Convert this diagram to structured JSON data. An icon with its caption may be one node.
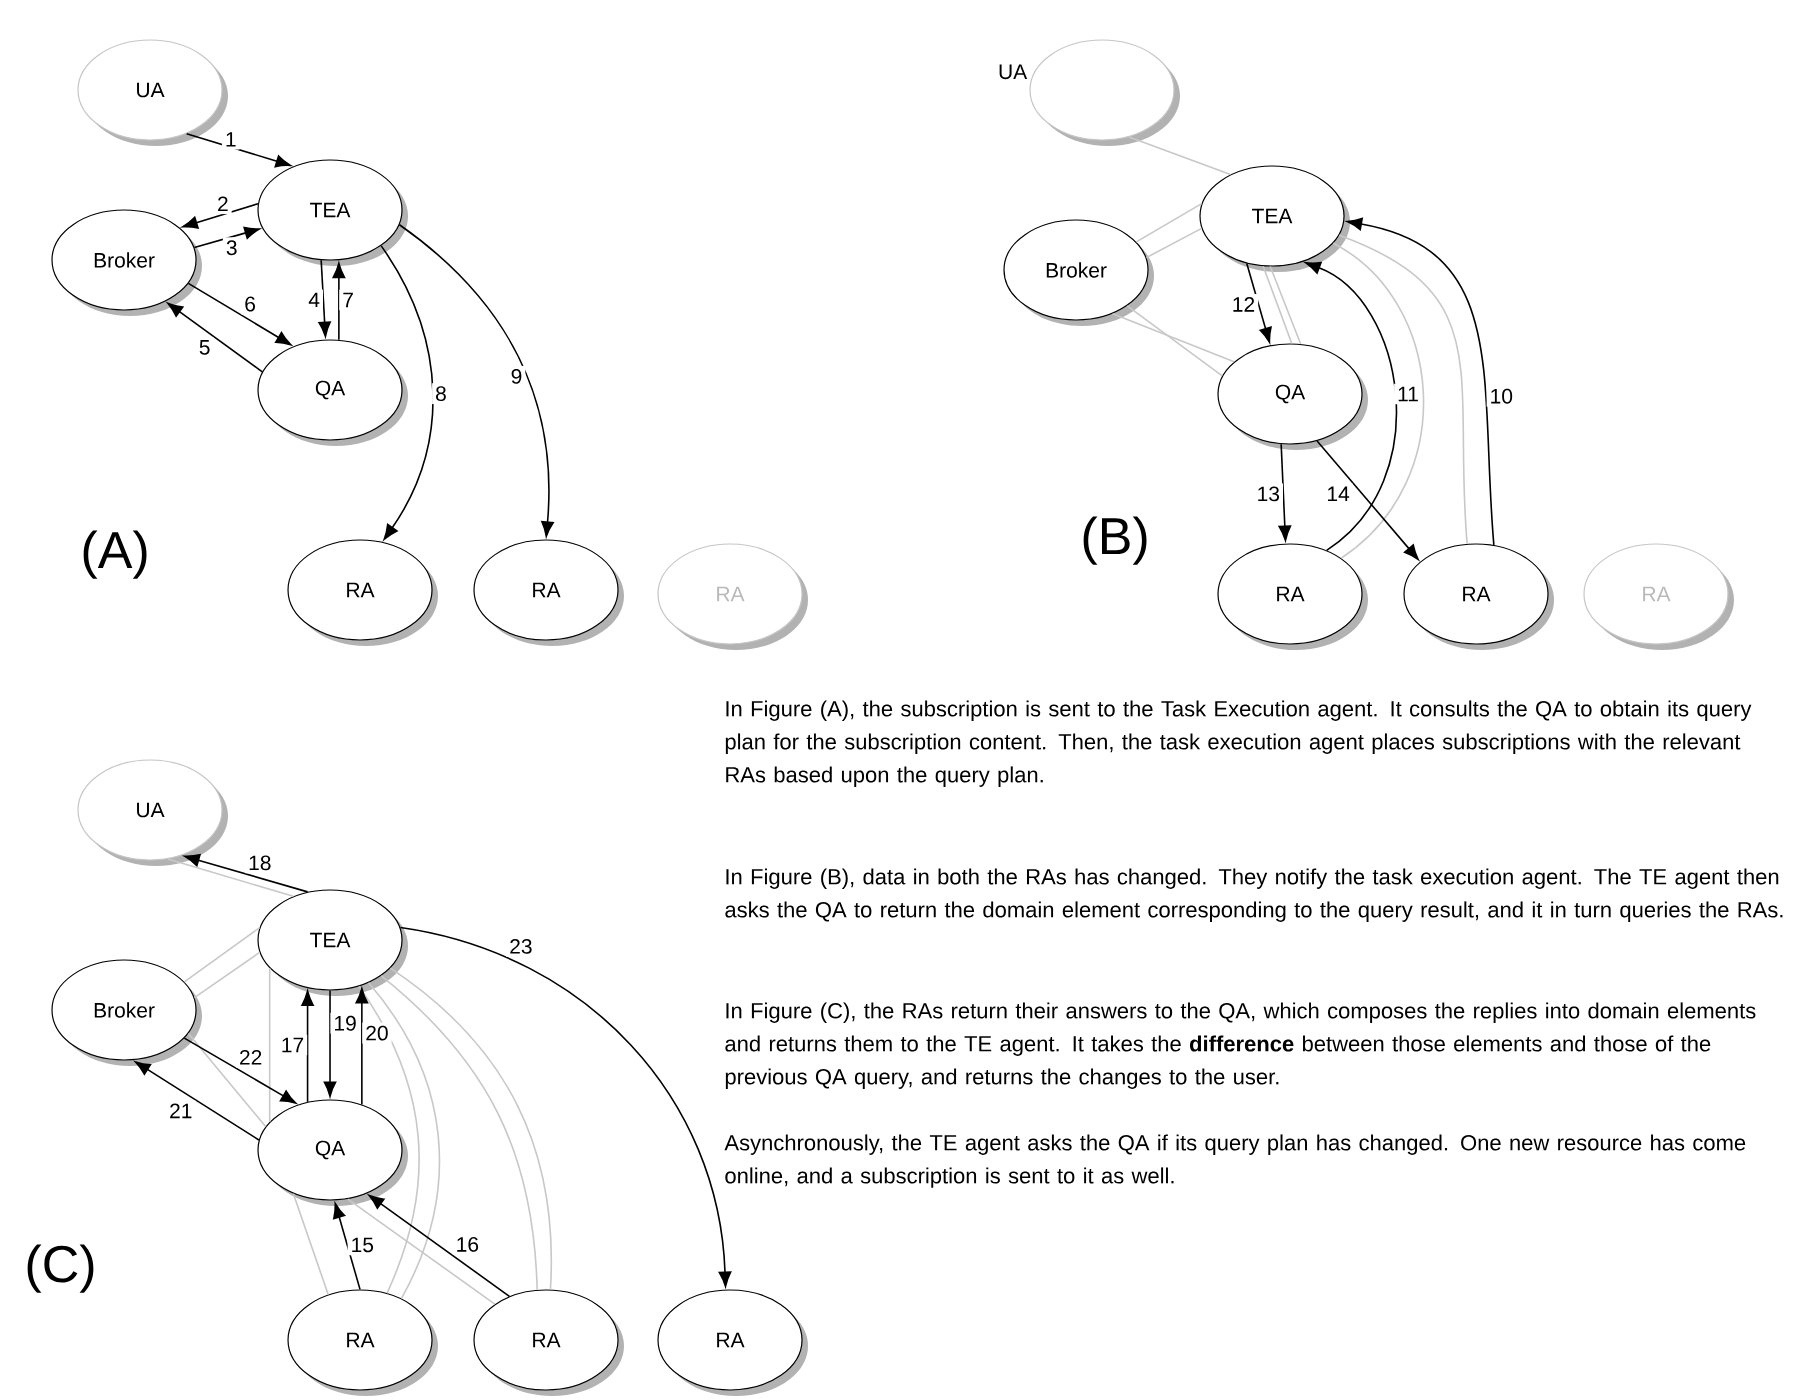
{
  "diagram": {
    "nodes": [
      {
        "text": [
          "UA"
        ]
      },
      {
        "text": [
          "TEA"
        ]
      },
      {
        "text": [
          "Broker"
        ]
      },
      {
        "text": [
          "QA"
        ]
      },
      {
        "text": [
          "RA"
        ]
      },
      {
        "text": [
          "RA"
        ]
      },
      {
        "text": [
          "RA"
        ]
      },
      {
        "text": [
          "UA"
        ]
      },
      {
        "text": [
          "TEA"
        ]
      },
      {
        "text": [
          "Broker"
        ]
      },
      {
        "text": [
          "QA"
        ]
      },
      {
        "text": [
          "RA"
        ]
      },
      {
        "text": [
          "RA"
        ]
      },
      {
        "text": [
          "RA"
        ]
      },
      {
        "text": [
          "UA"
        ]
      },
      {
        "text": [
          "TEA"
        ]
      },
      {
        "text": [
          "Broker"
        ]
      },
      {
        "text": [
          "QA"
        ]
      },
      {
        "text": [
          "RA"
        ]
      },
      {
        "text": [
          "RA"
        ]
      },
      {
        "text": [
          "RA"
        ]
      }
    ],
    "edges": [
      {
        "from": 0,
        "to": 1,
        "arrow": "to",
        "label": "1"
      },
      {
        "from": 1,
        "to": 2,
        "arrow": "to",
        "label": "2"
      },
      {
        "from": 2,
        "to": 1,
        "arrow": "to",
        "label": "3"
      },
      {
        "from": 1,
        "to": 3,
        "arrow": "to",
        "label": "4"
      },
      {
        "from": 3,
        "to": 1,
        "arrow": "to",
        "label": "7"
      },
      {
        "from": 3,
        "to": 2,
        "arrow": "to",
        "label": "5"
      },
      {
        "from": 2,
        "to": 3,
        "arrow": "to",
        "label": "6"
      },
      {
        "from": 1,
        "to": 4,
        "arrow": "to",
        "label": "8"
      },
      {
        "from": 1,
        "to": 5,
        "arrow": "to",
        "label": "9"
      },
      {
        "from": 7,
        "to": 8,
        "arrow": "none",
        "color": "#c8c8c8"
      },
      {
        "from": 9,
        "to": 8,
        "arrow": "none",
        "color": "#c8c8c8"
      },
      {
        "from": 9,
        "to": 8,
        "arrow": "none",
        "color": "#c8c8c8"
      },
      {
        "from": 9,
        "to": 10,
        "arrow": "none",
        "color": "#c8c8c8"
      },
      {
        "from": 9,
        "to": 10,
        "arrow": "none",
        "color": "#c8c8c8"
      },
      {
        "from": 8,
        "to": 10,
        "arrow": "none",
        "color": "#c8c8c8"
      },
      {
        "from": 8,
        "to": 10,
        "arrow": "none",
        "color": "#c8c8c8"
      },
      {
        "from": 8,
        "to": 11,
        "arrow": "none",
        "color": "#c8c8c8"
      },
      {
        "from": 8,
        "to": 12,
        "arrow": "none",
        "color": "#c8c8c8"
      },
      {
        "from": 8,
        "to": 10,
        "arrow": "to",
        "label": "12"
      },
      {
        "from": 10,
        "to": 11,
        "arrow": "to",
        "label": "13"
      },
      {
        "from": 10,
        "to": 12,
        "arrow": "to",
        "label": "14"
      },
      {
        "from": 11,
        "to": 8,
        "arrow": "to",
        "label": "11"
      },
      {
        "from": 12,
        "to": 8,
        "arrow": "to",
        "label": "10"
      },
      {
        "from": 15,
        "to": 14,
        "arrow": "to",
        "label": "18"
      },
      {
        "from": 15,
        "to": 14,
        "arrow": "none",
        "color": "#c8c8c8"
      },
      {
        "from": 16,
        "to": 15,
        "arrow": "none",
        "color": "#c8c8c8"
      },
      {
        "from": 16,
        "to": 15,
        "arrow": "none",
        "color": "#c8c8c8"
      },
      {
        "from": 16,
        "to": 17,
        "arrow": "none",
        "color": "#c8c8c8"
      },
      {
        "from": 15,
        "to": 17,
        "arrow": "none",
        "color": "#c8c8c8"
      },
      {
        "from": 17,
        "to": 18,
        "arrow": "none",
        "color": "#c8c8c8"
      },
      {
        "from": 17,
        "to": 19,
        "arrow": "none",
        "color": "#c8c8c8"
      },
      {
        "from": 15,
        "to": 18,
        "arrow": "none",
        "color": "#c8c8c8"
      },
      {
        "from": 15,
        "to": 18,
        "arrow": "none",
        "color": "#c8c8c8"
      },
      {
        "from": 15,
        "to": 19,
        "arrow": "none",
        "color": "#c8c8c8"
      },
      {
        "from": 15,
        "to": 19,
        "arrow": "none",
        "color": "#c8c8c8"
      },
      {
        "from": 17,
        "to": 15,
        "arrow": "to",
        "label": "17"
      },
      {
        "from": 15,
        "to": 17,
        "arrow": "to",
        "label": "19"
      },
      {
        "from": 17,
        "to": 15,
        "arrow": "to",
        "label": "20"
      },
      {
        "from": 16,
        "to": 17,
        "arrow": "to",
        "label": "22"
      },
      {
        "from": 17,
        "to": 16,
        "arrow": "to",
        "label": "21"
      },
      {
        "from": 18,
        "to": 17,
        "arrow": "to",
        "label": "15"
      },
      {
        "from": 19,
        "to": 17,
        "arrow": "to",
        "label": "16"
      },
      {
        "from": 15,
        "to": 20,
        "arrow": "to",
        "label": "23"
      }
    ],
    "labels": [
      "(A)",
      "(B)",
      "(C)",
      "In Figure (A), the subscription is sent to the Task Execution agent.  It consults the QA to obtain its query plan for the subscription content. Then, the task execution agent places subscriptions with the relevant RAs based upon the query plan.",
      "In Figure (B),  data in both the RAs has changed.  They notify the task execution agent.  The TE agent then  asks the QA to return the domain element corresponding to the query result, and it in turn queries the RAs.",
      "In Figure (C), the RAs return their answers to the QA, which composes the replies into domain elements and returns them to the TE agent.  It takes the **difference** between those elements and those of the previous QA query, and returns the changes to the user.",
      "Asynchronously, the TE agent asks the QA if its query plan has changed. One new resource has come online, and a subscription is sent to it as well."
    ]
  }
}
